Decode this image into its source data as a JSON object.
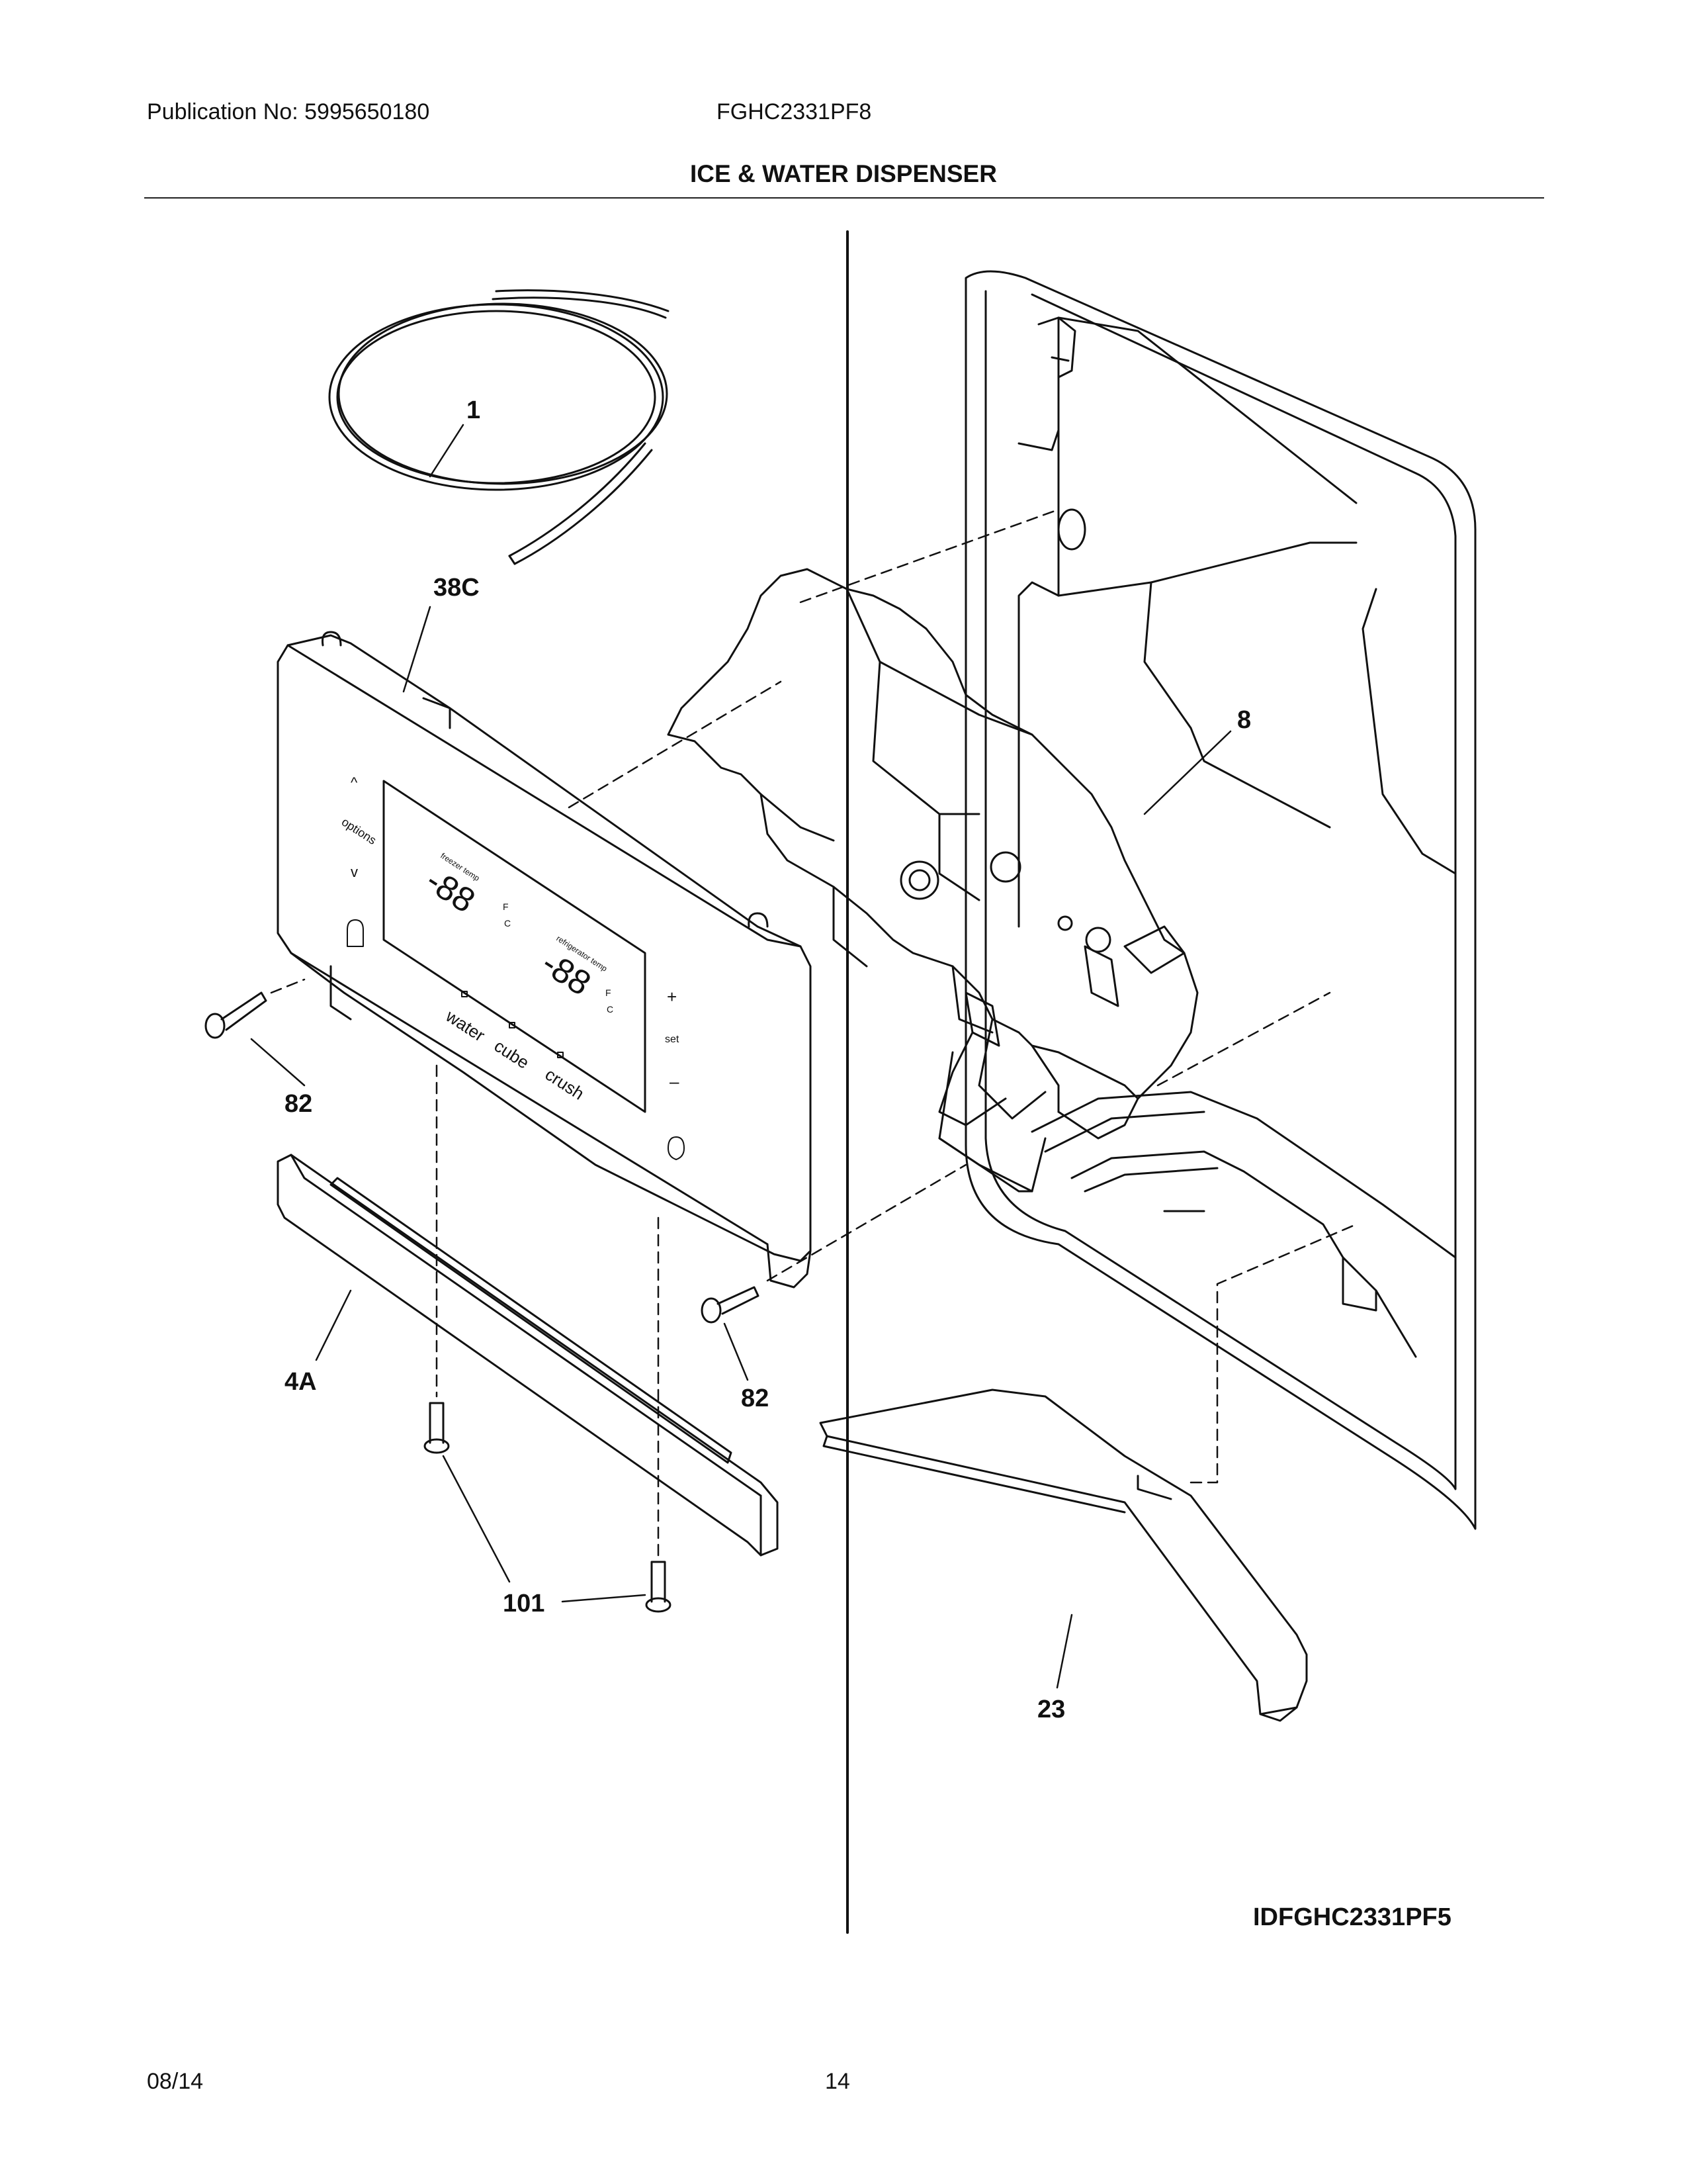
{
  "header": {
    "publication": "Publication No: 5995650180",
    "model": "FGHC2331PF8",
    "title": "ICE & WATER DISPENSER"
  },
  "callouts": {
    "c1": "1",
    "c38c": "38C",
    "c8": "8",
    "c82a": "82",
    "c82b": "82",
    "c4a": "4A",
    "c101": "101",
    "c23": "23"
  },
  "panel": {
    "up": "^",
    "options": "options",
    "down": "v",
    "freezer_label": "freezer temp",
    "freezer_value": "-88",
    "fridge_label": "refrigerator temp",
    "fridge_value": "-88",
    "unit_f": "F",
    "unit_c": "C",
    "water": "water",
    "cube": "cube",
    "crush": "crush",
    "plus": "+",
    "set": "set",
    "minus": "–"
  },
  "diagram_id": "IDFGHC2331PF5",
  "footer": {
    "date": "08/14",
    "page": "14"
  }
}
